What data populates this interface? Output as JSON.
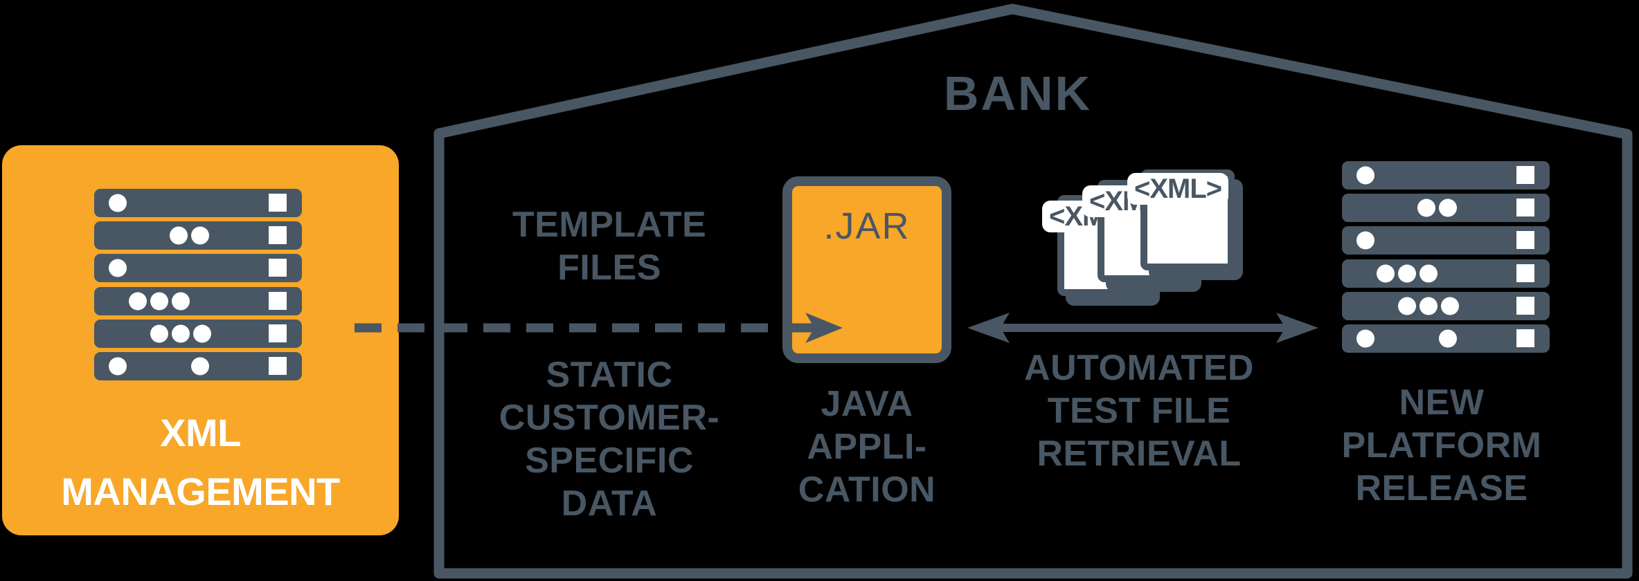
{
  "colors": {
    "slate": "#485763",
    "orange": "#F8A728",
    "white": "#ffffff",
    "background": "#000000"
  },
  "bank": {
    "title": "BANK"
  },
  "xml_management_box": {
    "line1": "XML",
    "line2": "MANAGEMENT",
    "icon": "server-rack-icon"
  },
  "jar_box": {
    "label": ".JAR"
  },
  "xml_files": {
    "file_label": "<XML>",
    "count": 3,
    "icon": "xml-document-icon"
  },
  "labels": {
    "template_files": [
      "TEMPLATE",
      "FILES"
    ],
    "static_customer_data": [
      "STATIC",
      "CUSTOMER-",
      "SPECIFIC",
      "DATA"
    ],
    "java_application": [
      "JAVA",
      "APPLI-",
      "CATION"
    ],
    "automated_retrieval": [
      "AUTOMATED",
      "TEST FILE",
      "RETRIEVAL"
    ],
    "new_platform_release": [
      "NEW",
      "PLATFORM",
      "RELEASE"
    ]
  },
  "connectors": {
    "dashed_line": "template-transfer-dashed-line",
    "jar_input_arrow": "arrow-into-jar",
    "double_arrow": "test-file-retrieval-double-arrow"
  }
}
